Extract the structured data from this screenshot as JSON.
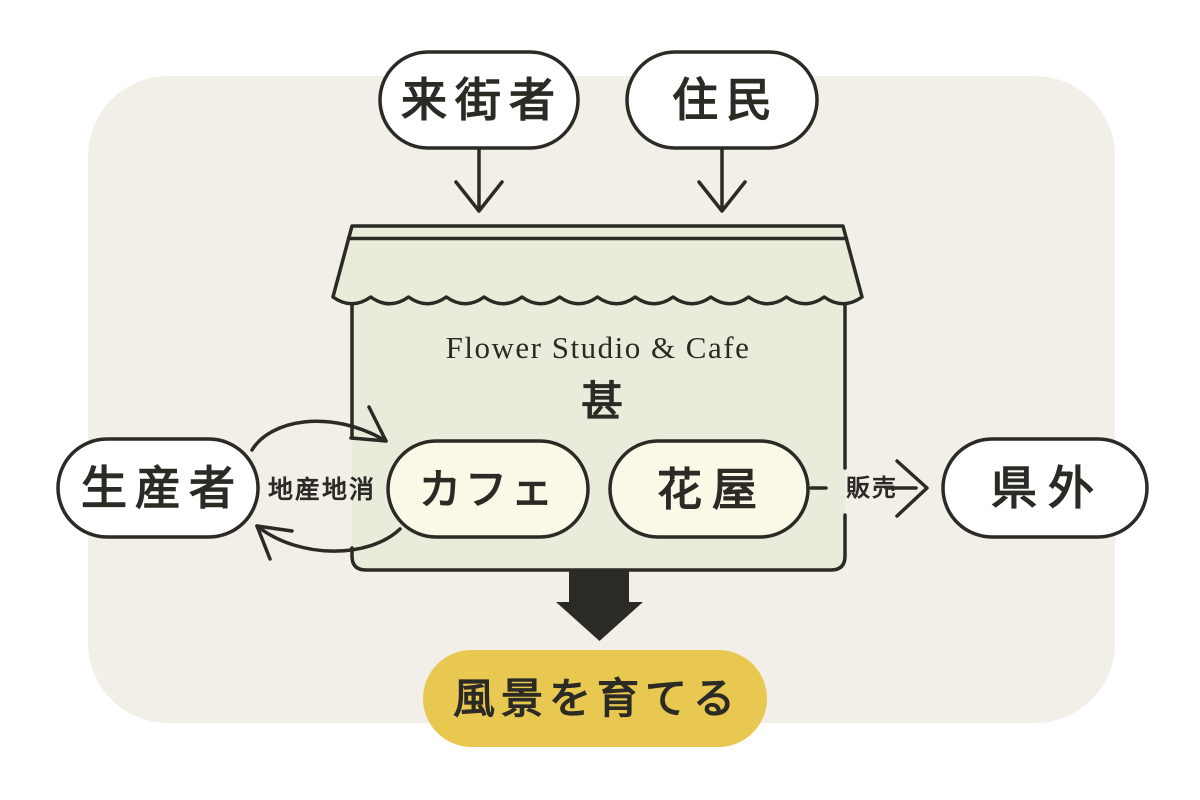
{
  "palette": {
    "page_bg": "#ffffff",
    "panel_bg": "#f2efe9",
    "shop_fill": "#e9ecda",
    "node_fill": "#ffffff",
    "unit_fill": "#faf8e7",
    "highlight_fill": "#e8c850",
    "ink": "#2b2a24"
  },
  "diagram": {
    "top_nodes": [
      {
        "label": "来街者"
      },
      {
        "label": "住民"
      }
    ],
    "shop": {
      "name_en": "Flower Studio & Cafe",
      "name_ja": "甚",
      "units": [
        {
          "label": "カフェ"
        },
        {
          "label": "花屋"
        }
      ]
    },
    "left_node": {
      "label": "生産者"
    },
    "right_node": {
      "label": "県外"
    },
    "edges": {
      "local_cycle": "地産地消",
      "sales": "販売"
    },
    "outcome": {
      "label": "風景を育てる"
    }
  }
}
